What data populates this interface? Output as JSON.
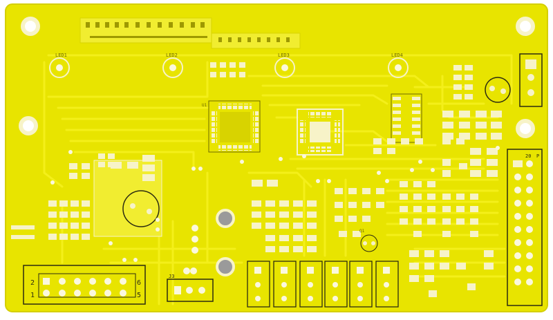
{
  "scene": {
    "subject": "pcb-board",
    "colors": {
      "board": "#e8e400",
      "board_edge": "#d4cf00",
      "trace": "#f4ef1a",
      "pad": "#f7f3c8",
      "hole": "#ffffff",
      "silk": "#2b2b10",
      "background": "#ffffff"
    }
  },
  "labels": {
    "led_top_1": "LED1",
    "led_top_2": "LED2",
    "led_top_3": "LED3",
    "led_top_4": "LED4",
    "header_left_2": "2",
    "header_left_1": "1",
    "header_right_6": "6",
    "header_right_5": "5",
    "j3": "J3",
    "right_header_top": "20",
    "right_header_side": "P",
    "q1": "Q1",
    "u1": "U1"
  }
}
